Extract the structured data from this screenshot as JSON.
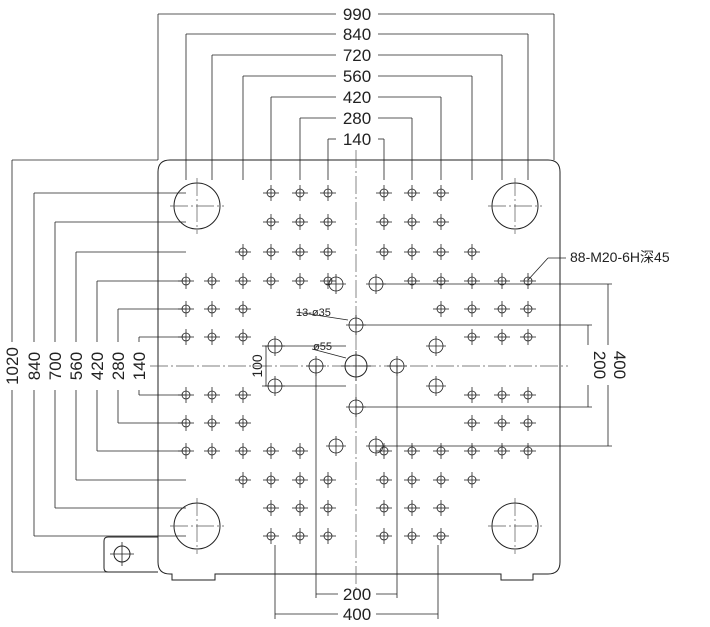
{
  "top_dimensions": [
    "990",
    "840",
    "720",
    "560",
    "420",
    "280",
    "140"
  ],
  "left_dimensions": [
    "1020",
    "840",
    "700",
    "560",
    "420",
    "280",
    "140"
  ],
  "right_dimensions": [
    "200",
    "400"
  ],
  "bottom_dimensions": [
    "200",
    "400"
  ],
  "inner_dimension": "100",
  "annotations": {
    "tapped_holes": "88-M20-6H深45",
    "ejector_holes": "13-ø35",
    "center_hole": "ø55"
  }
}
